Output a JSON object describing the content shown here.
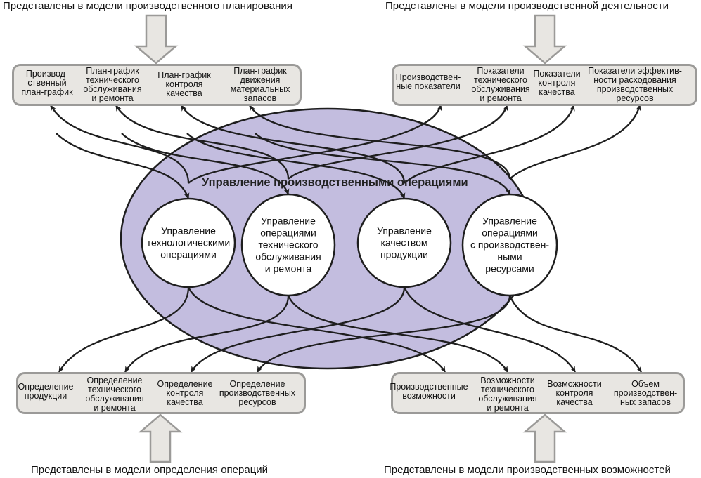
{
  "diagram": {
    "title": "Управление производственными операциями",
    "colors": {
      "ellipse_fill": "#c3bddf",
      "box_fill": "#e8e6e2",
      "box_border": "#9b9a98",
      "arrow_fill": "#e8e6e2",
      "line": "#1e1e1e"
    },
    "captions": {
      "top_left": "Представлены в модели производственного планирования",
      "top_right": "Представлены в модели производственной деятельности",
      "bottom_left": "Представлены в модели определения операций",
      "bottom_right": "Представлены в модели производственных возможностей"
    },
    "circles": [
      {
        "lines": [
          "Управление",
          "технологическими",
          "операциями"
        ]
      },
      {
        "lines": [
          "Управление",
          "операциями",
          "технического",
          "обслуживания",
          "и ремонта"
        ]
      },
      {
        "lines": [
          "Управление",
          "качеством",
          "продукции"
        ]
      },
      {
        "lines": [
          "Управление",
          "операциями",
          "с производствен-",
          "ными",
          "ресурсами"
        ]
      }
    ],
    "boxes": {
      "top_left": [
        {
          "lines": [
            "Производ-",
            "ственный",
            "план-график"
          ]
        },
        {
          "lines": [
            "План-график",
            "технического",
            "обслуживания",
            "и ремонта"
          ]
        },
        {
          "lines": [
            "План-график",
            "контроля",
            "качества"
          ]
        },
        {
          "lines": [
            "План-график",
            "движения",
            "материальных",
            "запасов"
          ]
        }
      ],
      "top_right": [
        {
          "lines": [
            "Производствен-",
            "ные показатели"
          ]
        },
        {
          "lines": [
            "Показатели",
            "технического",
            "обслуживания",
            "и ремонта"
          ]
        },
        {
          "lines": [
            "Показатели",
            "контроля",
            "качества"
          ]
        },
        {
          "lines": [
            "Показатели эффектив-",
            "ности расходования",
            "производственных",
            "ресурсов"
          ]
        }
      ],
      "bottom_left": [
        {
          "lines": [
            "Определение",
            "продукции"
          ]
        },
        {
          "lines": [
            "Определение",
            "технического",
            "обслуживания",
            "и ремонта"
          ]
        },
        {
          "lines": [
            "Определение",
            "контроля",
            "качества"
          ]
        },
        {
          "lines": [
            "Определение",
            "производственных",
            "ресурсов"
          ]
        }
      ],
      "bottom_right": [
        {
          "lines": [
            "Производственные",
            "возможности"
          ]
        },
        {
          "lines": [
            "Возможности",
            "технического",
            "обслуживания",
            "и ремонта"
          ]
        },
        {
          "lines": [
            "Возможности",
            "контроля",
            "качества"
          ]
        },
        {
          "lines": [
            "Объем",
            "производствен-",
            "ных запасов"
          ]
        }
      ]
    }
  }
}
